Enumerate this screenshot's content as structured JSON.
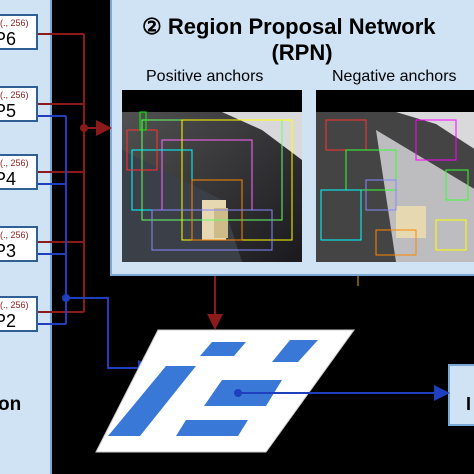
{
  "fpn_levels": [
    {
      "dim": "(., 256)",
      "level": "P6"
    },
    {
      "dim": "(., 256)",
      "level": "P5"
    },
    {
      "dim": "(., 256)",
      "level": "P4"
    },
    {
      "dim": "(., 256)",
      "level": "P3"
    },
    {
      "dim": "(., 256)",
      "level": "P2"
    }
  ],
  "left_panel_label": "on",
  "rpn": {
    "title": "② Region Proposal Network",
    "subtitle": "(RPN)",
    "positive_caption": "Positive anchors",
    "negative_caption": "Negative anchors"
  },
  "right_box_label": "I",
  "colors": {
    "panel_fill": "#cfe3f5",
    "panel_border": "#7aa9d6",
    "arrow_red": "#8b1a1a",
    "arrow_blue": "#1f3fbf",
    "roi_shape": "#3a78d8"
  }
}
